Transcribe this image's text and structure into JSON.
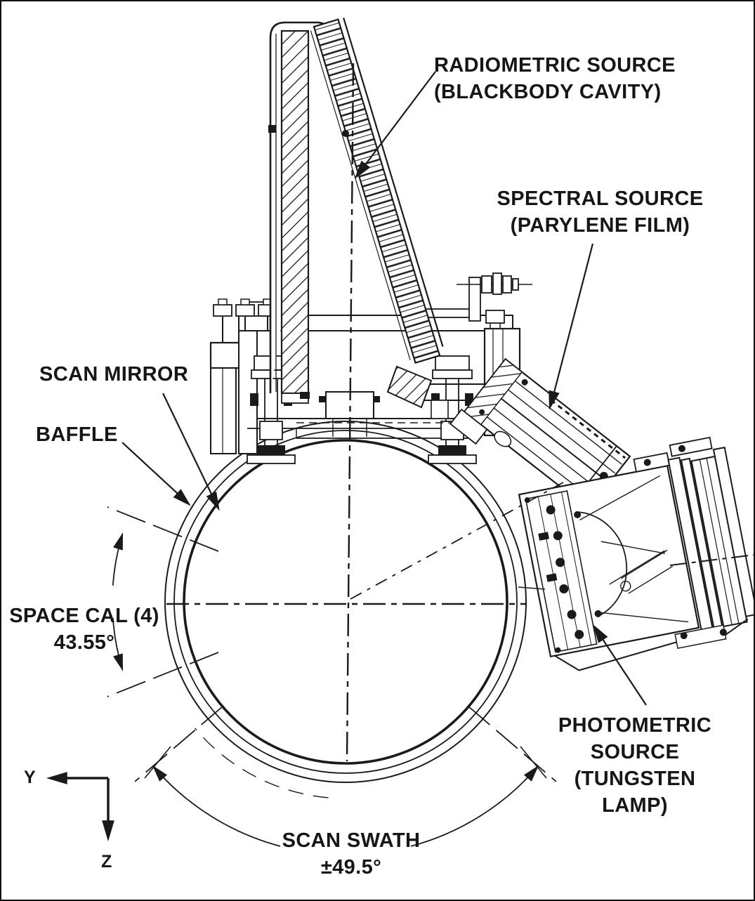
{
  "meta": {
    "description": "Engineering cross-section diagram of a scanning radiometer in-flight calibration configuration",
    "background_color": "#ffffff",
    "ink_color": "#1a1a1a"
  },
  "labels": {
    "radiometric_source": {
      "line1": "RADIOMETRIC SOURCE",
      "line2": "(BLACKBODY CAVITY)"
    },
    "spectral_source": {
      "line1": "SPECTRAL SOURCE",
      "line2": "(PARYLENE FILM)"
    },
    "scan_mirror": "SCAN MIRROR",
    "baffle": "BAFFLE",
    "space_cal": {
      "line1": "SPACE CAL (4)",
      "angle": "43.55°"
    },
    "photometric_source": {
      "line1": "PHOTOMETRIC",
      "line2": "SOURCE",
      "line3": "(TUNGSTEN",
      "line4": "LAMP)"
    },
    "scan_swath": {
      "line1": "SCAN SWATH",
      "range": "±49.5°"
    },
    "axes": {
      "y": "Y",
      "z": "Z"
    }
  }
}
